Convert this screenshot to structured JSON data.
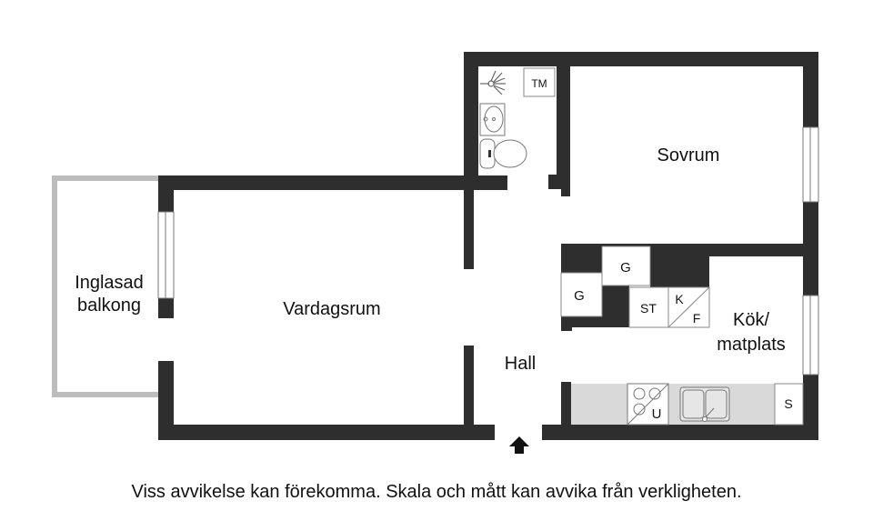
{
  "colors": {
    "wall": "#2e2e2e",
    "balcony": "#bdbdbd",
    "counter": "#d9d9d9",
    "fixture": "#777777"
  },
  "rooms": {
    "sovrum": "Sovrum",
    "balkong_line1": "Inglasad",
    "balkong_line2": "balkong",
    "vardagsrum": "Vardagsrum",
    "hall": "Hall",
    "kok_line1": "Kök/",
    "kok_line2": "matplats"
  },
  "fixtures": {
    "tm": "TM",
    "g1": "G",
    "g2": "G",
    "st": "ST",
    "k": "K",
    "f": "F",
    "u": "U",
    "s": "S"
  },
  "icons": [
    "shower-icon",
    "washbasin-icon",
    "toilet-icon",
    "stove-icon",
    "sink-icon",
    "entrance-arrow-icon"
  ],
  "caption": "Viss avvikelse kan förekomma. Skala och mått kan avvika från verkligheten."
}
